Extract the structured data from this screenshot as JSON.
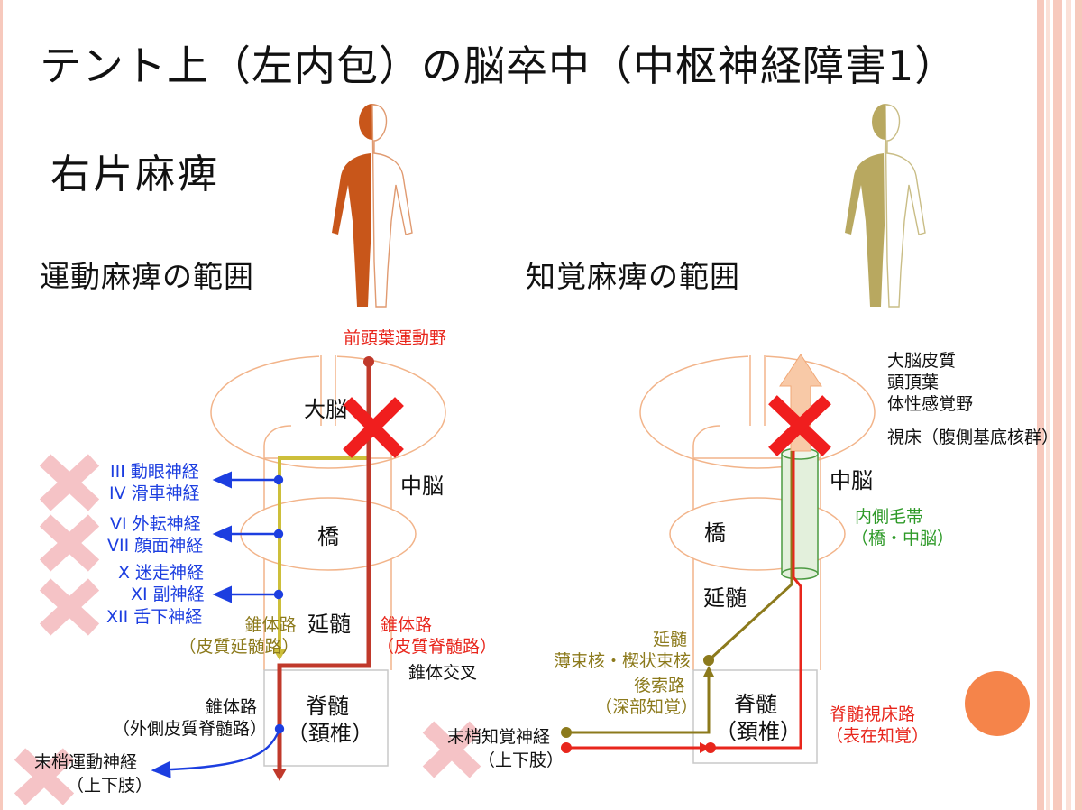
{
  "slide": {
    "title": "テント上（左内包）の脳卒中（中枢神経障害1）",
    "subtitle": "右片麻痺"
  },
  "colors": {
    "motor_body": "#c8561a",
    "sensory_body": "#b8a860",
    "brain_outline": "#f2b48a",
    "cross": "#f01e1e",
    "pink_cross": "#f5c3c6",
    "orange_circle": "#f5844a",
    "stripe_pink": "#f9d3c9"
  },
  "motor": {
    "heading": "運動麻痺の範囲",
    "cortex_label": "前頭葉運動野",
    "cerebrum": "大脳",
    "midbrain": "中脳",
    "pons": "橋",
    "medulla": "延髄",
    "spinal_line1": "脊髄",
    "spinal_line2": "（頚椎）",
    "cranial_nerves": [
      "III 動眼神経",
      "IV 滑車神経",
      "VI 外転神経",
      "VII 顔面神経",
      "X 迷走神経",
      "XI 副神経",
      "XII 舌下神経"
    ],
    "corticobulbar_line1": "錐体路",
    "corticobulbar_line2": "（皮質延髄路）",
    "corticospinal_line1": "錐体路",
    "corticospinal_line2": "（皮質脊髄路）",
    "decussation": "錐体交叉",
    "lateral_line1": "錐体路",
    "lateral_line2": "（外側皮質脊髄路）",
    "peripheral_line1": "末梢運動神経",
    "peripheral_line2": "（上下肢）"
  },
  "sensory": {
    "heading": "知覚麻痺の範囲",
    "cortex_line1": "大脳皮質",
    "cortex_line2": "頭頂葉",
    "cortex_line3": "体性感覚野",
    "thalamus": "視床（腹側基底核群）",
    "midbrain": "中脳",
    "pons": "橋",
    "medulla": "延髄",
    "lemniscus_line1": "内側毛帯",
    "lemniscus_line2": "（橋・中脳）",
    "nuclei_line1": "延髄",
    "nuclei_line2": "薄束核・楔状束核",
    "dorsal_line1": "後索路",
    "dorsal_line2": "（深部知覚）",
    "spinal_line1": "脊髄",
    "spinal_line2": "（頚椎）",
    "spinothalamic_line1": "脊髄視床路",
    "spinothalamic_line2": "（表在知覚）",
    "peripheral_line1": "末梢知覚神経",
    "peripheral_line2": "（上下肢）"
  }
}
